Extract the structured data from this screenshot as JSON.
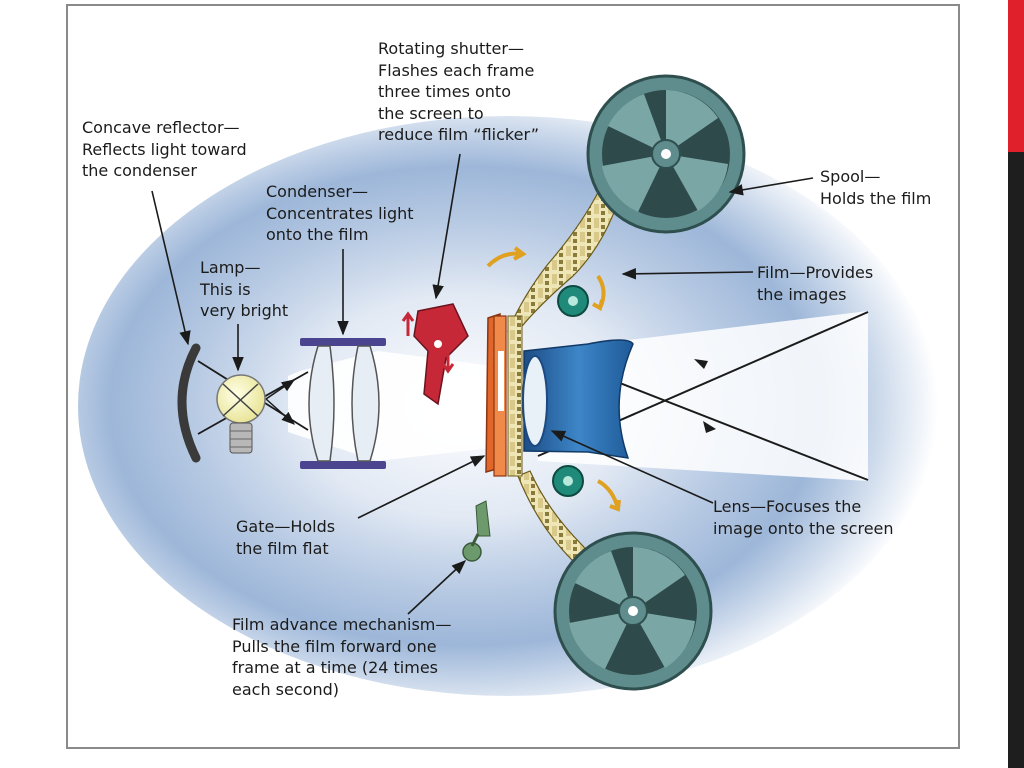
{
  "labels": {
    "rotating_shutter": "Rotating shutter—\nFlashes each frame\nthree times onto\nthe screen to\nreduce film “flicker”",
    "concave_reflector": "Concave reflector—\nReflects light toward\nthe condenser",
    "condenser": "Condenser—\nConcentrates light\nonto the film",
    "lamp": "Lamp—\nThis is\nvery bright",
    "spool": "Spool—\nHolds the film",
    "film": "Film—Provides\nthe images",
    "lens": "Lens—Focuses the\nimage onto the screen",
    "gate": "Gate—Holds\nthe film flat",
    "film_advance": "Film advance mechanism—\nPulls the film forward one\nframe at a time (24 times\neach second)"
  },
  "colors": {
    "accent_red": "#e0202a",
    "side_bar": "#1e1e1e",
    "reel": "#5f8c8c",
    "lens_blue": "#2a6fb0",
    "gate_orange": "#e0662a",
    "shutter_red": "#c62838",
    "glow": "#6f95c8"
  }
}
